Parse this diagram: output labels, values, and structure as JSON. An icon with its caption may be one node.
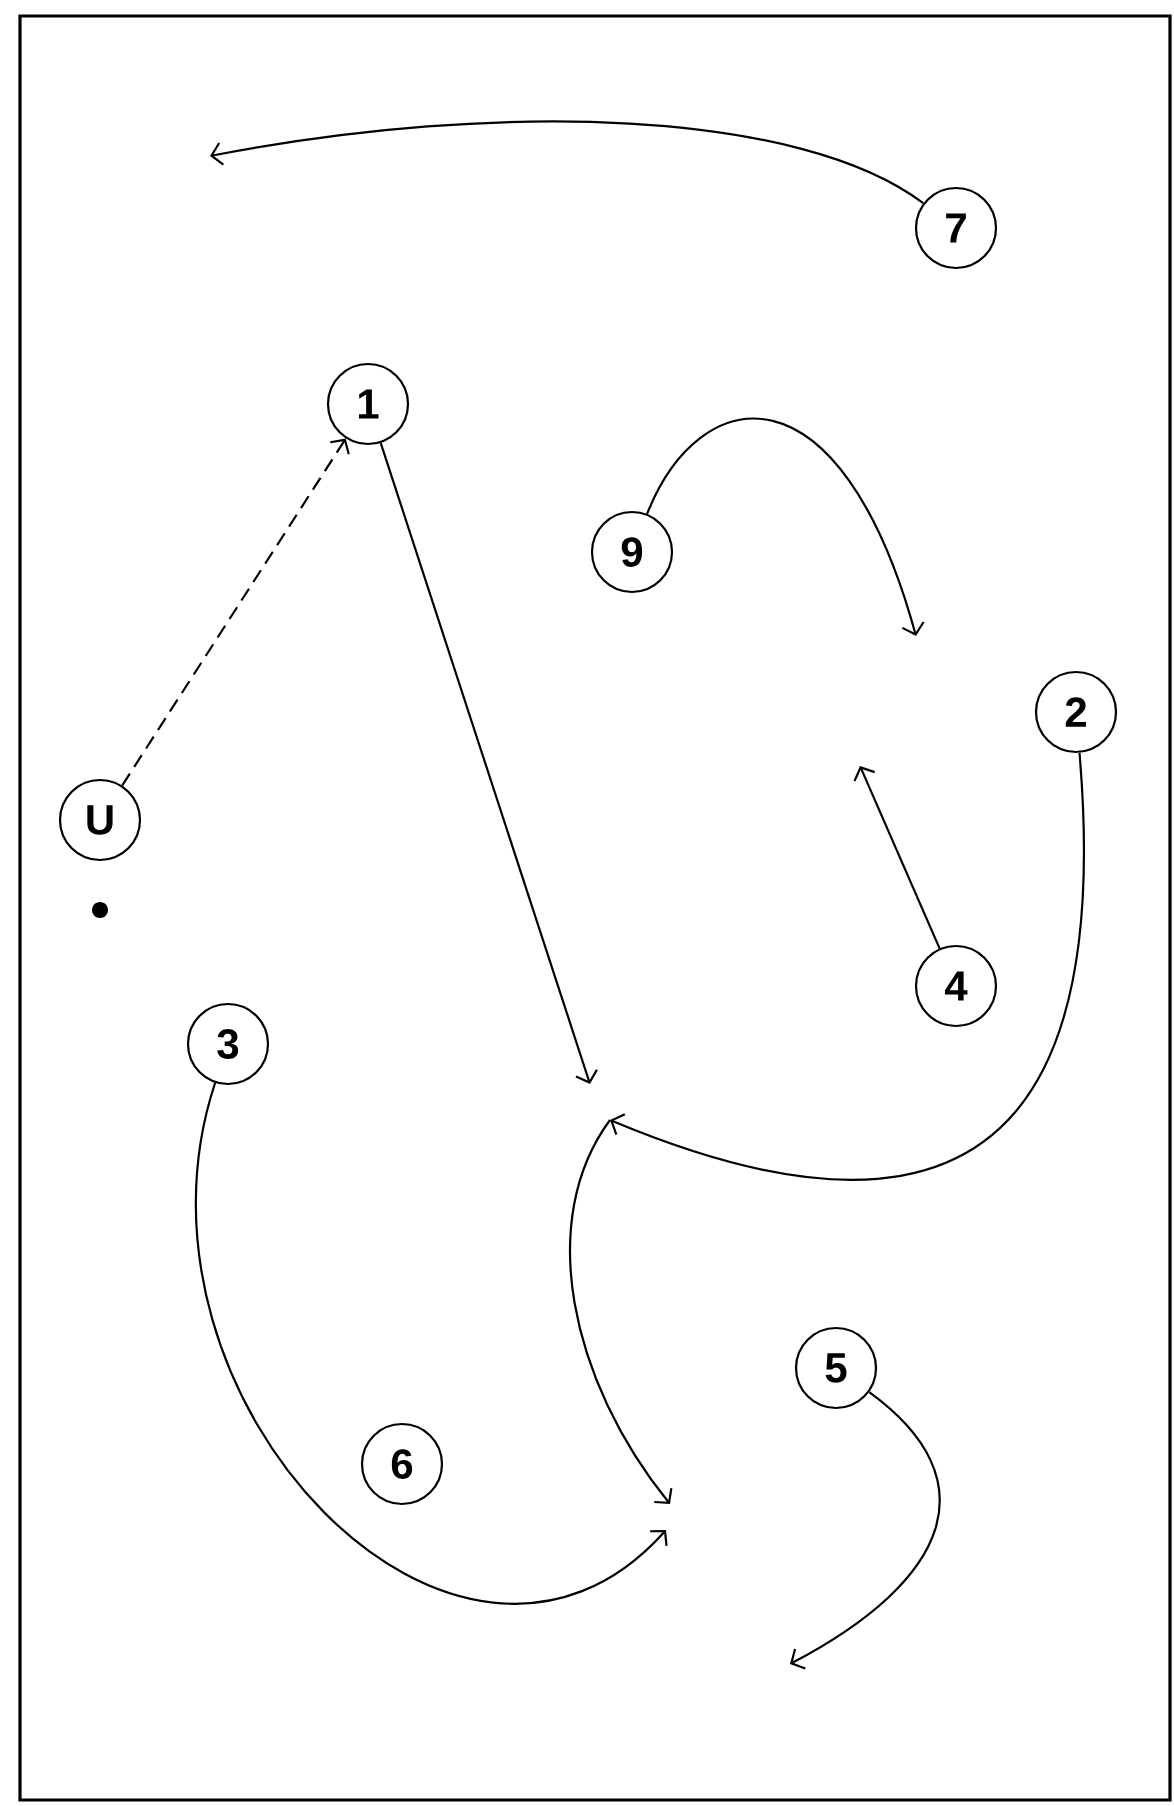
{
  "diagram": {
    "nodes": [
      {
        "text": [
          "7"
        ]
      },
      {
        "text": [
          "1"
        ]
      },
      {
        "text": [
          "9"
        ]
      },
      {
        "text": [
          "2"
        ]
      },
      {
        "text": [
          "U"
        ]
      },
      {
        "text": [
          "4"
        ]
      },
      {
        "text": [
          "3"
        ]
      },
      {
        "text": [
          "6"
        ]
      },
      {
        "text": [
          "5"
        ]
      }
    ],
    "edges": [
      {
        "from": 0,
        "to": null,
        "arrow": "to"
      },
      {
        "from": 4,
        "to": 1,
        "arrow": "to",
        "style": "dashed"
      },
      {
        "from": 1,
        "to": null,
        "arrow": "to"
      },
      {
        "from": 2,
        "to": null,
        "arrow": "to"
      },
      {
        "from": 3,
        "to": null,
        "arrow": "to"
      },
      {
        "from": 5,
        "to": null,
        "arrow": "to"
      },
      {
        "from": 6,
        "to": null,
        "arrow": "to"
      },
      {
        "from": 8,
        "to": null,
        "arrow": "to"
      }
    ]
  }
}
